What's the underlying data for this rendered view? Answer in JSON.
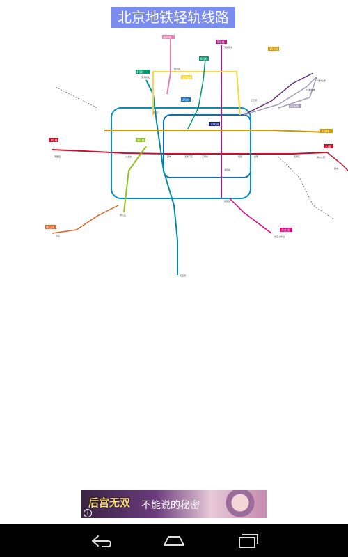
{
  "header": {
    "title": "北京地铁轻轨线路图"
  },
  "colors": {
    "line1": "#c8102e",
    "line2": "#0c6db6",
    "line4": "#008e9c",
    "line5": "#a6217f",
    "line6": "#d29700",
    "line8": "#009b6b",
    "line9": "#8fc31f",
    "line10": "#0092c7",
    "line13": "#f4da40",
    "line15": "#653279",
    "batong": "#c8102e",
    "changping": "#de82b2",
    "airport": "#a29bbb",
    "yizhuang": "#e4007f",
    "fangshan": "#e46022",
    "daxing": "#008e9c"
  },
  "map": {
    "stations": [
      "四惠",
      "国贸",
      "王府井",
      "天安门东",
      "西单",
      "公主坟",
      "苹果园",
      "东直门",
      "西直门",
      "北京站",
      "宋家庄",
      "通州北苑",
      "天通苑北",
      "回龙观",
      "三元桥",
      "T3航站楼",
      "T2航站楼",
      "亦庄火车站",
      "苏庄",
      "郭公庄",
      "天宫院",
      "安河桥北",
      "四惠东",
      "潞城"
    ]
  },
  "ad": {
    "logo_text": "后宫无双",
    "tagline": "不能说的秘密",
    "info_icon": "i"
  },
  "navbar": {
    "back": "back-icon",
    "home": "home-icon",
    "recents": "recents-icon"
  }
}
